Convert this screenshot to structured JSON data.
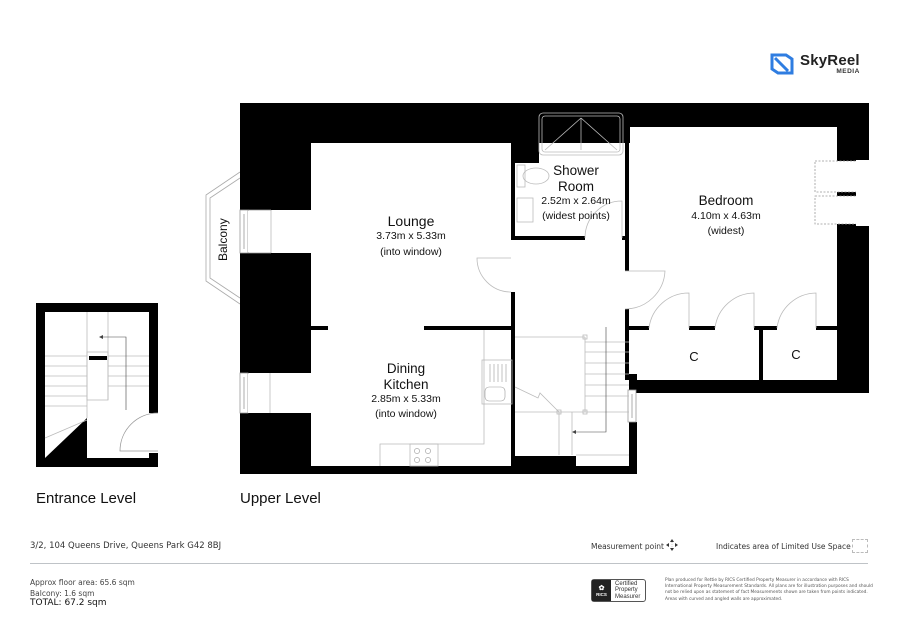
{
  "brand": {
    "name": "SkyReel",
    "sub": "MEDIA",
    "color": "#2f7de1"
  },
  "levels": {
    "entrance": "Entrance Level",
    "upper": "Upper Level"
  },
  "rooms": {
    "lounge": {
      "name": "Lounge",
      "dims": "3.73m x 5.33m",
      "note": "(into window)"
    },
    "shower": {
      "name1": "Shower",
      "name2": "Room",
      "dims": "2.52m x 2.64m",
      "note": "(widest points)"
    },
    "bedroom": {
      "name": "Bedroom",
      "dims": "4.10m x 4.63m",
      "note": "(widest)"
    },
    "kitchen": {
      "name1": "Dining",
      "name2": "Kitchen",
      "dims": "2.85m x 5.33m",
      "note": "(into window)"
    },
    "balcony": {
      "name": "Balcony"
    },
    "closets": [
      "C",
      "C"
    ]
  },
  "footer": {
    "address": "3/2, 104 Queens Drive, Queens Park G42 8BJ",
    "legend_measurement": "Measurement point",
    "legend_limited": "Indicates area of  Limited Use Space",
    "floor_area": "Approx floor area: 65.6 sqm",
    "balcony_area": "Balcony: 1.6 sqm",
    "total": "TOTAL: 67.2 sqm",
    "rics_badge": "RICS",
    "rics_label": [
      "Certified",
      "Property",
      "Measurer"
    ],
    "disclaimer": "Plan produced for Rettie by RICS Certified Property Measurer in accordance with RICS International Property  Measurement Standards.  All plans are for illustration purposes and should not be relied upon as statement of fact Measurements shown are taken from points indicated. Areas with curved and angled walls are approximated."
  }
}
